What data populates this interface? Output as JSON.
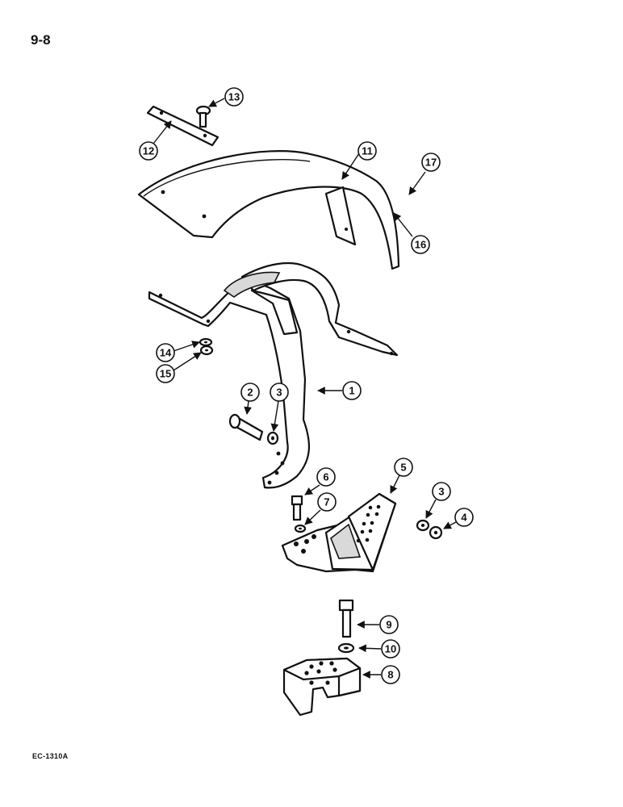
{
  "page": {
    "number": "9-8",
    "figure_code": "EC-1310A"
  },
  "callouts": {
    "c1": "1",
    "c2": "2",
    "c3a": "3",
    "c3b": "3",
    "c4": "4",
    "c5": "5",
    "c6": "6",
    "c7": "7",
    "c8": "8",
    "c9": "9",
    "c10": "10",
    "c11": "11",
    "c12": "12",
    "c13": "13",
    "c14": "14",
    "c15": "15",
    "c16": "16",
    "c17": "17"
  }
}
